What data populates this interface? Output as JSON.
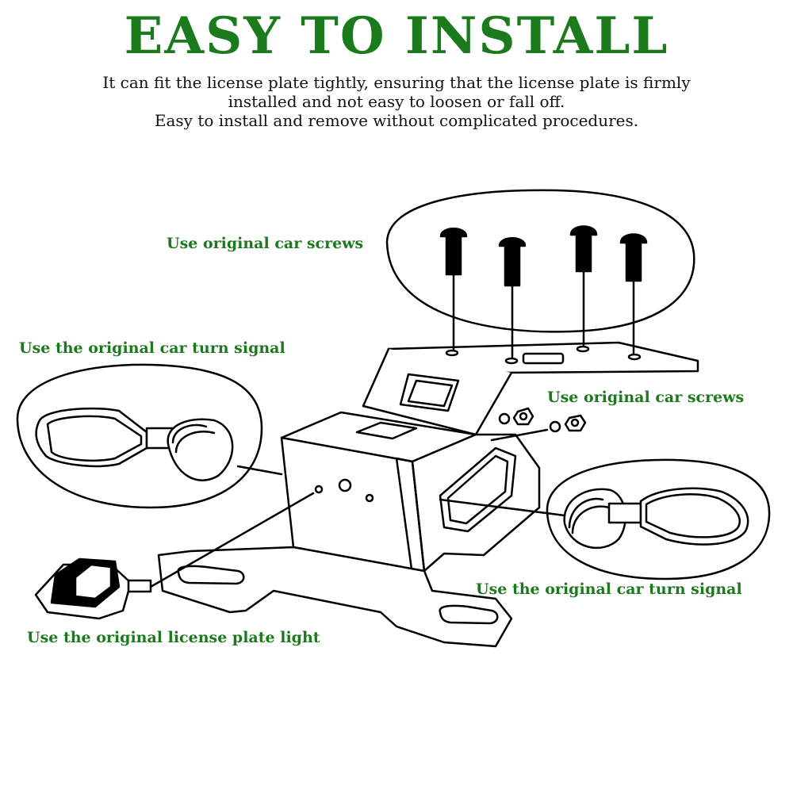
{
  "header": {
    "title": "EASY TO INSTALL",
    "line1": "It can fit the license plate tightly, ensuring that the license plate is firmly",
    "line2": "installed and not easy to loosen or fall off.",
    "line3": "Easy to install and remove without complicated procedures."
  },
  "labels": {
    "screws_top": "Use original car screws",
    "turn_signal_left": "Use the original car turn signal",
    "screws_right": "Use original car screws",
    "turn_signal_right": "Use the original car turn signal",
    "plate_light": "Use the original license plate light"
  },
  "colors": {
    "accent": "#1b7a1b",
    "line": "#000000"
  }
}
